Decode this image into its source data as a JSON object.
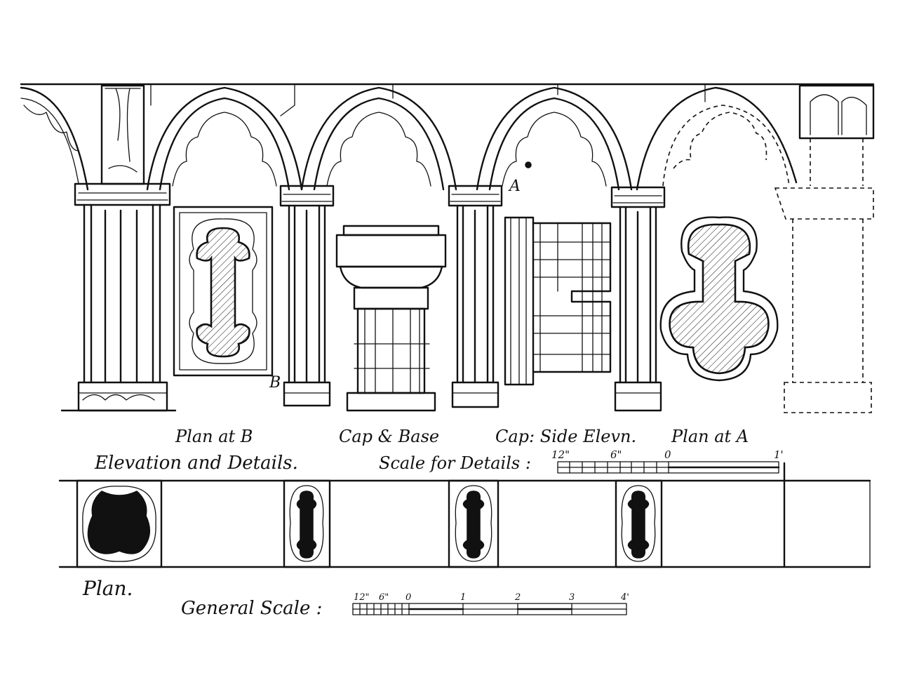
{
  "labels": {
    "mark_a": "A",
    "mark_b": "B",
    "plan_at_b": "Plan at B",
    "cap_base": "Cap & Base",
    "cap_side_elevation": "Cap: Side Elevn.",
    "plan_at_a": "Plan at A",
    "elevation_details": "Elevation and Details.",
    "scale_for_details": "Scale for Details :",
    "plan": "Plan.",
    "general_scale": "General Scale :"
  },
  "detail_scale": {
    "ticks": [
      "12\"",
      "6\"",
      "0",
      "1'"
    ]
  },
  "general_scale": {
    "ticks": [
      "12\"",
      "6\"",
      "0",
      "1",
      "2",
      "3",
      "4'"
    ]
  }
}
